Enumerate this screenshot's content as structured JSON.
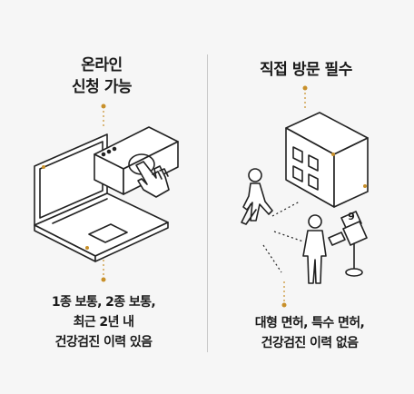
{
  "left": {
    "title_line1": "온라인",
    "title_line2": "신청 가능",
    "caption_line1": "1종 보통, 2종 보통,",
    "caption_line2": "최근 2년 내",
    "caption_line3": "건강검진 이력 있음",
    "icon": "laptop-hand-click-icon"
  },
  "right": {
    "title": "직접 방문 필수",
    "caption_line1": "대형 면허, 특수 면허,",
    "caption_line2": "건강검진 이력 없음",
    "icon": "walk-to-building-kiosk-icon",
    "kiosk_number": "9"
  },
  "colors": {
    "background": "#f6f6f6",
    "line": "#222222",
    "accent": "#c8902a",
    "divider": "#c9c9c9"
  }
}
